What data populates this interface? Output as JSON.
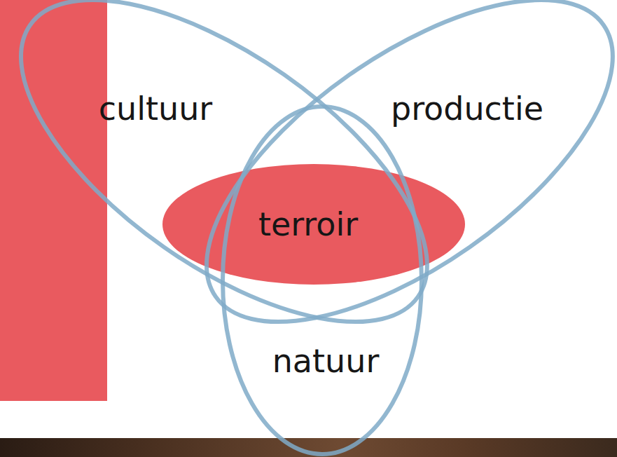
{
  "diagram": {
    "nodes": [
      {
        "text": [
          "cultuur"
        ]
      },
      {
        "text": [
          "productie"
        ]
      },
      {
        "text": [
          "terroir"
        ]
      },
      {
        "text": [
          "natuur"
        ]
      }
    ]
  }
}
